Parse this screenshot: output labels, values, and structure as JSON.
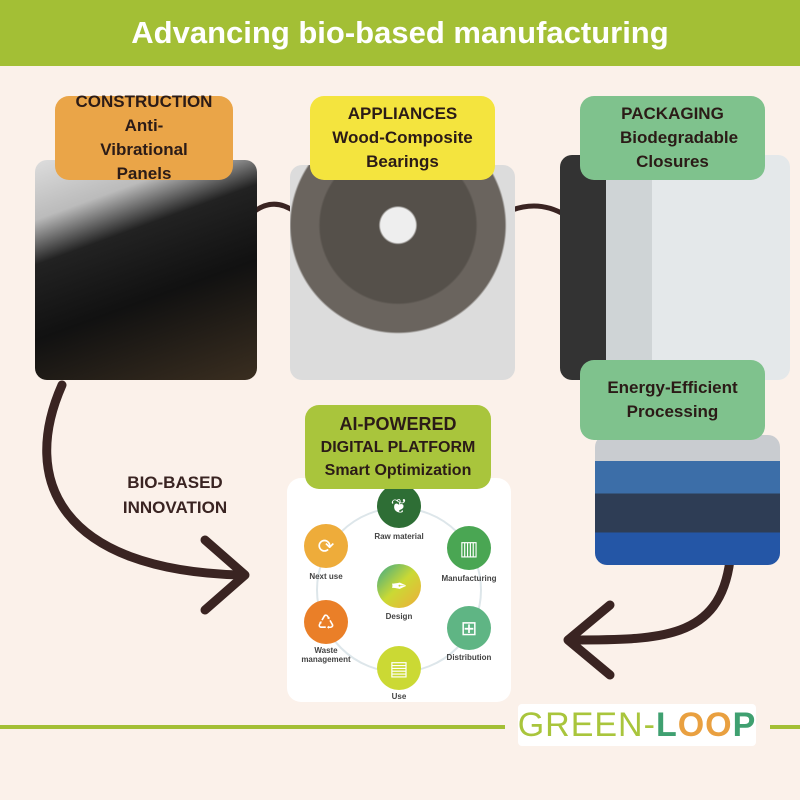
{
  "title": "Advancing bio-based manufacturing",
  "cards": [
    {
      "category": "CONSTRUCTION",
      "product": "Anti-Vibrational Panels",
      "color": "#eaa548"
    },
    {
      "category": "APPLIANCES",
      "product": "Wood-Composite Bearings",
      "color": "#f4e43e"
    },
    {
      "category": "PACKAGING",
      "product": "Biodegradable Closures",
      "color": "#7fc28d"
    },
    {
      "category": "",
      "product": "Energy-Efficient Processing",
      "color": "#7fc28d"
    }
  ],
  "platform": {
    "line1": "AI-POWERED",
    "line2": "DIGITAL PLATFORM",
    "line3": "Smart Optimization",
    "color": "#a9c53c"
  },
  "side_text": {
    "line1": "BIO-BASED",
    "line2": "INNOVATION"
  },
  "cycle": [
    {
      "label": "Raw material",
      "icon": "leaf-icon",
      "color": "#2e6e35"
    },
    {
      "label": "Manufacturing",
      "icon": "factory-icon",
      "color": "#4aa653"
    },
    {
      "label": "Distribution",
      "icon": "distribution-icon",
      "color": "#5fb584"
    },
    {
      "label": "Use",
      "icon": "monitor-chart-icon",
      "color": "#cbd934"
    },
    {
      "label": "Waste management",
      "icon": "bin-icon",
      "color": "#ea7f28"
    },
    {
      "label": "Next use",
      "icon": "recycle-icon",
      "color": "#eeac3a"
    },
    {
      "label": "Design",
      "icon": "pen-tool-icon",
      "color": "#8cc04a"
    }
  ],
  "logo": {
    "part1": "GREEN-",
    "part2": "L",
    "part3": "OO",
    "part4": "P"
  }
}
